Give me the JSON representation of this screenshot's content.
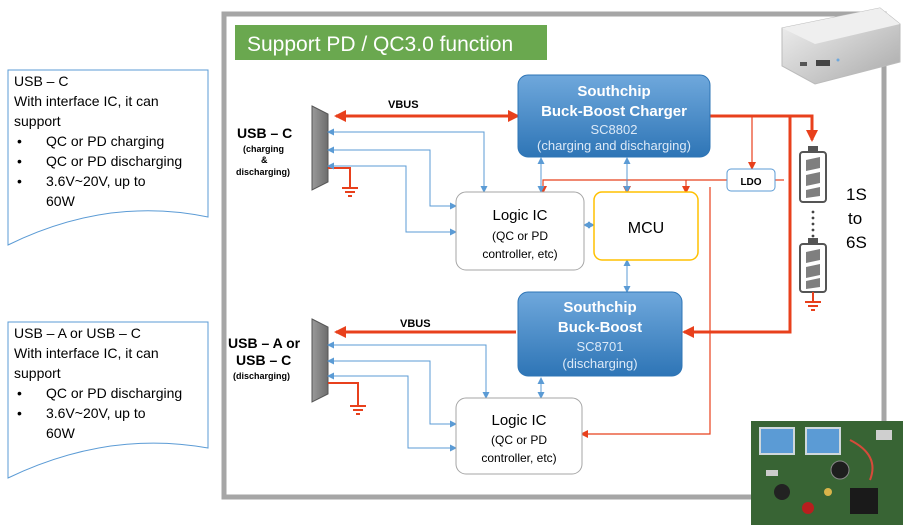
{
  "title": "Support PD / QC3.0 function",
  "colors": {
    "title_bg": "#6aa84f",
    "blue_box_top": "#5b9bd5",
    "blue_box_bottom": "#2e75b6",
    "power_line": "#e8401c",
    "signal_line": "#5b9bd5",
    "mcu_border": "#ffc000",
    "frame": "#a6a6a6"
  },
  "note_top": {
    "heading": "USB – C",
    "line1": "With interface IC, it can",
    "line2": "support",
    "bullets": [
      "QC or PD charging",
      "QC or PD discharging",
      "3.6V~20V, up to"
    ],
    "bullet_cont": "60W"
  },
  "note_bottom": {
    "heading": "USB – A or USB – C",
    "line1": "With interface IC, it can",
    "line2": "support",
    "bullets": [
      "QC or PD discharging",
      "3.6V~20V, up to"
    ],
    "bullet_cont": "60W"
  },
  "port_top": {
    "line1": "USB – C",
    "line2": "(charging",
    "line3": "&",
    "line4": "discharging)"
  },
  "port_bottom": {
    "line1": "USB – A or",
    "line2": "USB – C",
    "line3": "(discharging)"
  },
  "vbus_top": "VBUS",
  "vbus_bottom": "VBUS",
  "charger": {
    "line1": "Southchip",
    "line2": "Buck-Boost Charger",
    "line3": "SC8802",
    "line4": "(charging and discharging)"
  },
  "buckboost": {
    "line1": "Southchip",
    "line2": "Buck-Boost",
    "line3": "SC8701",
    "line4": "(discharging)"
  },
  "logic_top": {
    "line1": "Logic IC",
    "line2": "(QC or PD",
    "line3": "controller, etc)"
  },
  "logic_bottom": {
    "line1": "Logic IC",
    "line2": "(QC or PD",
    "line3": "controller, etc)"
  },
  "mcu": "MCU",
  "ldo": "LDO",
  "battery_label": {
    "line1": "1S",
    "line2": "to",
    "line3": "6S"
  }
}
